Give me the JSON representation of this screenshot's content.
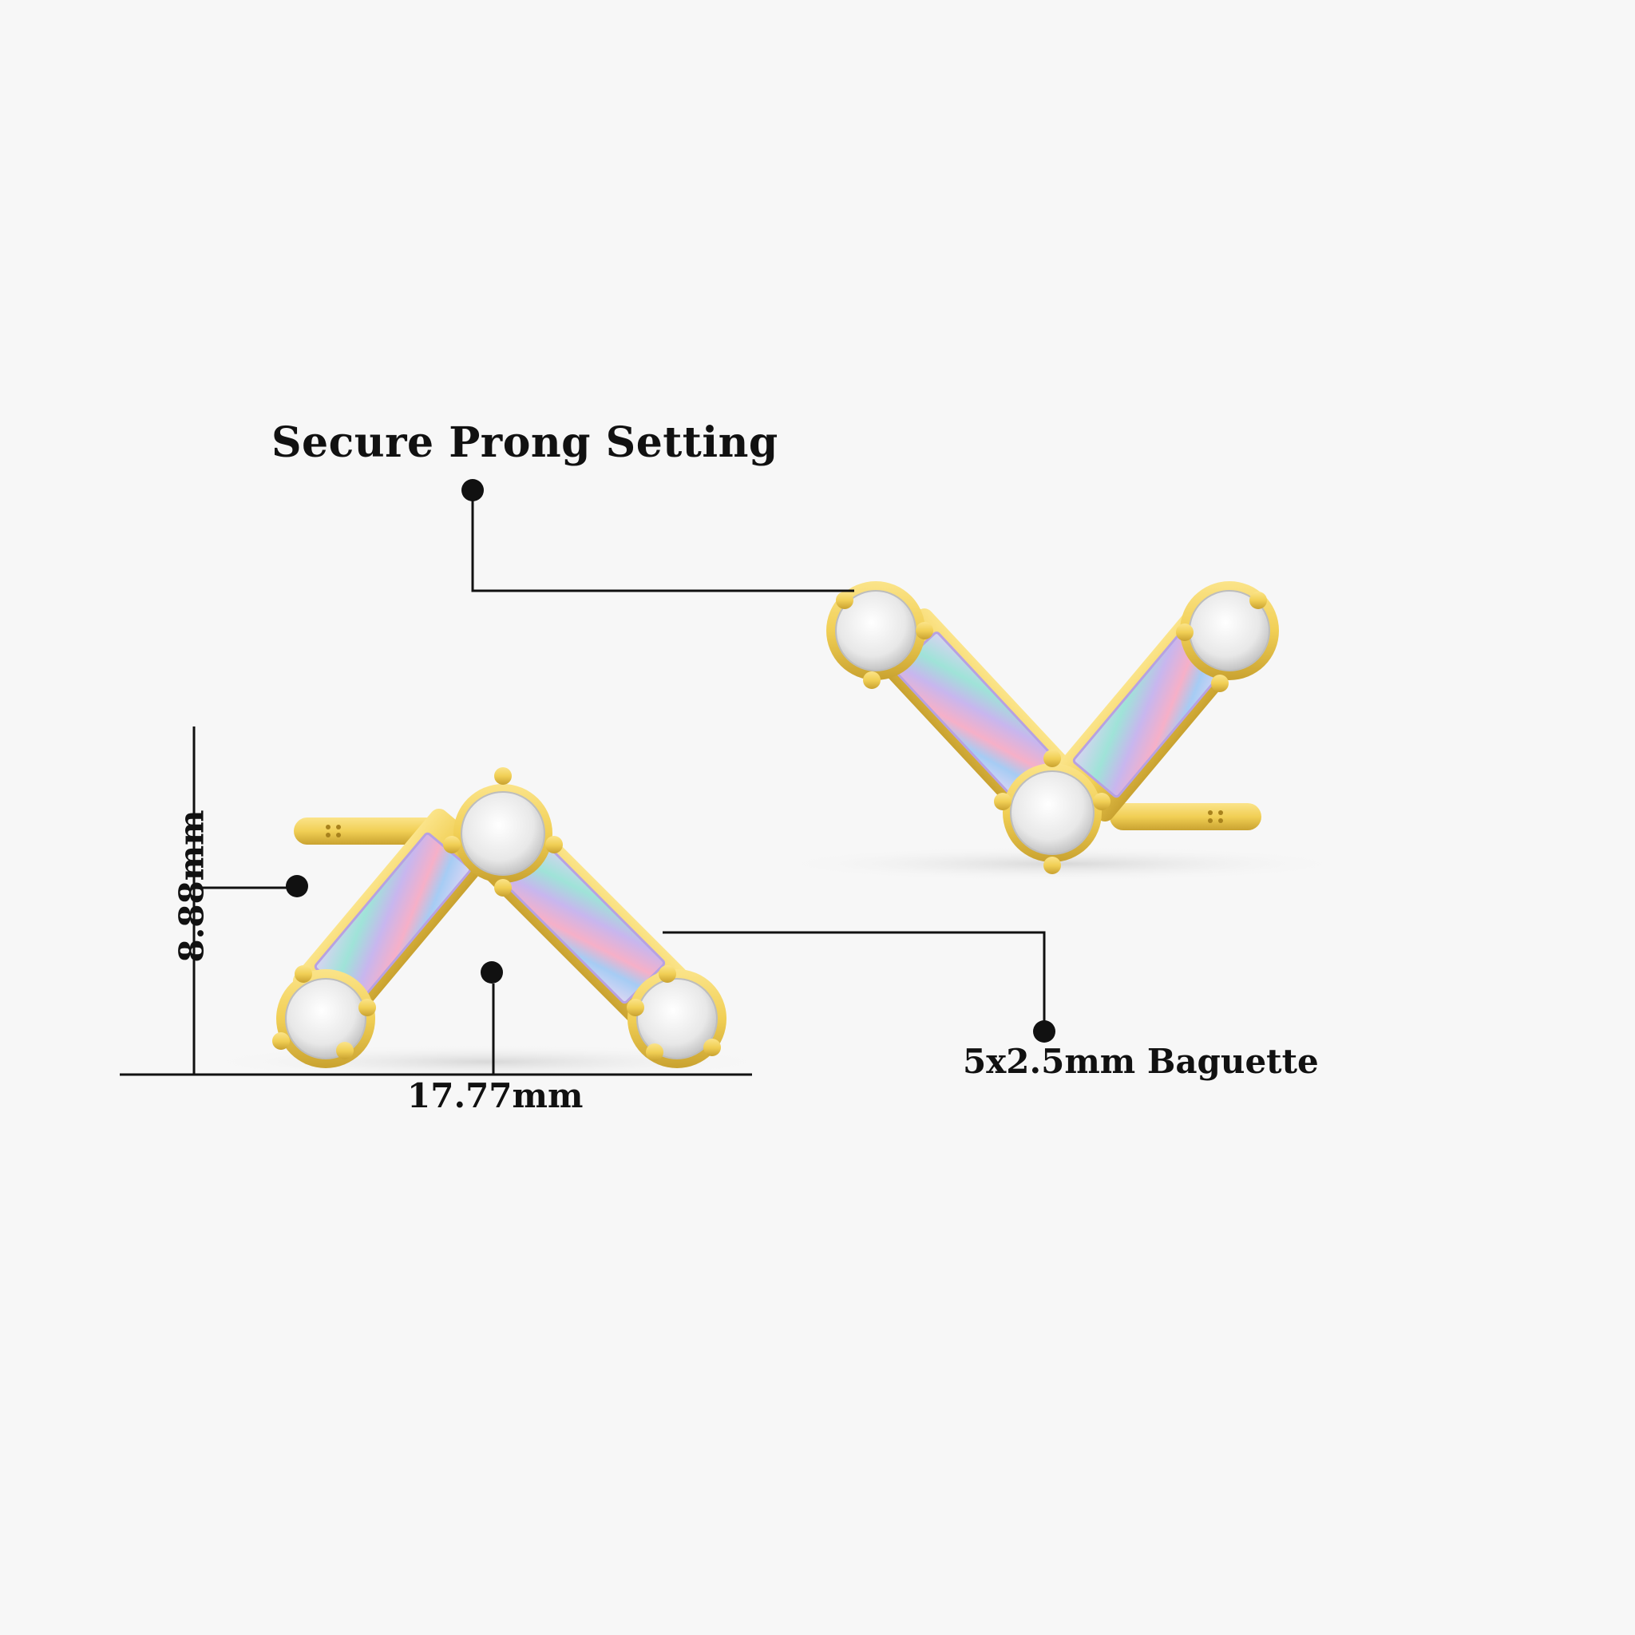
{
  "callouts": {
    "prong_setting": "Secure Prong Setting",
    "baguette": "5x2.5mm Baguette"
  },
  "dimensions": {
    "width": "17.77mm",
    "height": "8.88mm"
  },
  "colors": {
    "background": "#f7f7f7",
    "gold": "#f1cf55",
    "gold_dark": "#c9a230",
    "opal_base": "#cfc8ec",
    "diamond": "#f4f4f4",
    "line": "#111111"
  }
}
